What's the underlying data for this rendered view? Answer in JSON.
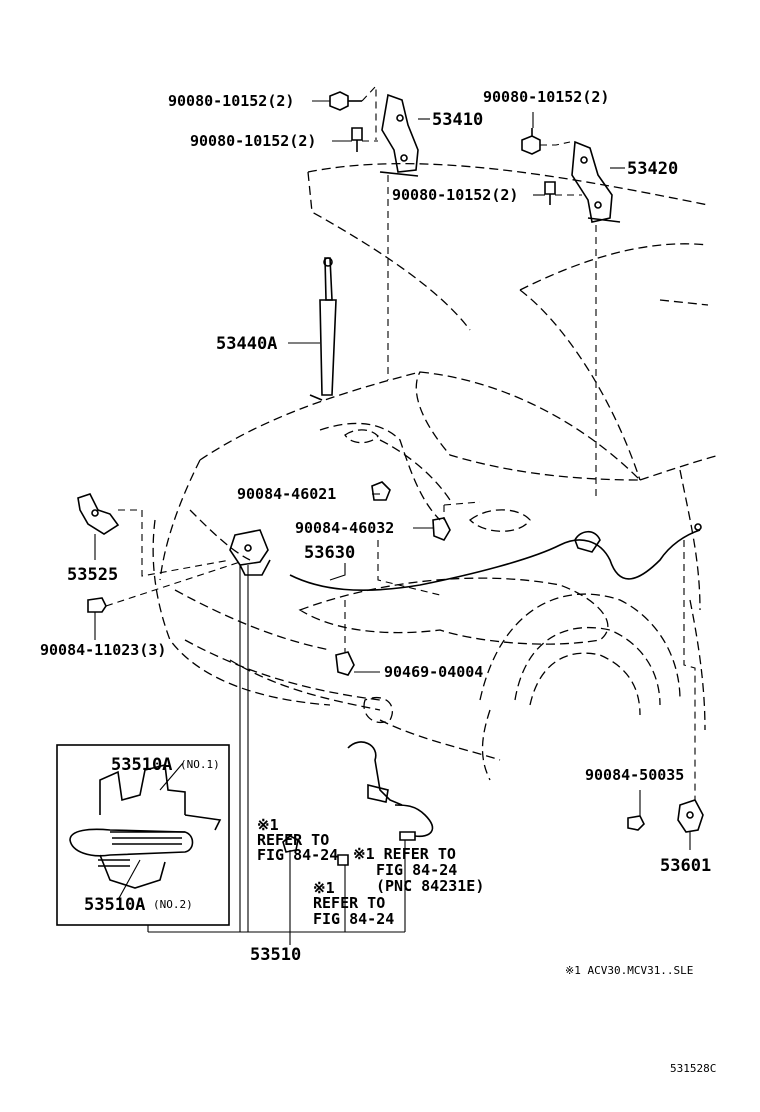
{
  "diagram": {
    "labels": {
      "bolt_top_left": "90080-10152(2)",
      "bolt_mid_left": "90080-10152(2)",
      "hinge_lh": "53410",
      "bolt_top_right": "90080-10152(2)",
      "hinge_rh": "53420",
      "bolt_mid_right": "90080-10152(2)",
      "hood_support": "53440A",
      "clip_upper": "90084-46021",
      "clip_mid": "90084-46032",
      "release_cable": "53630",
      "bracket_left": "53525",
      "clip_left": "90084-11023(3)",
      "clip_lower": "90469-04004",
      "spring_1": "53510A",
      "spring_1_sub": "(NO.1)",
      "spring_2": "53510A",
      "spring_2_sub": "(NO.2)",
      "lock_assy": "53510",
      "clip_right": "90084-50035",
      "lever": "53601",
      "note_1a_mark": "※1",
      "note_1a_l1": "REFER TO",
      "note_1a_l2": "FIG 84-24",
      "note_1b_l1": "※1 REFER TO",
      "note_1b_l2": "FIG 84-24",
      "note_1b_l3": "(PNC 84231E)",
      "note_1c_mark": "※1",
      "note_1c_l1": "REFER TO",
      "note_1c_l2": "FIG 84-24",
      "footnote": "※1 ACV30.MCV31..SLE",
      "figure_code": "531528C"
    }
  }
}
